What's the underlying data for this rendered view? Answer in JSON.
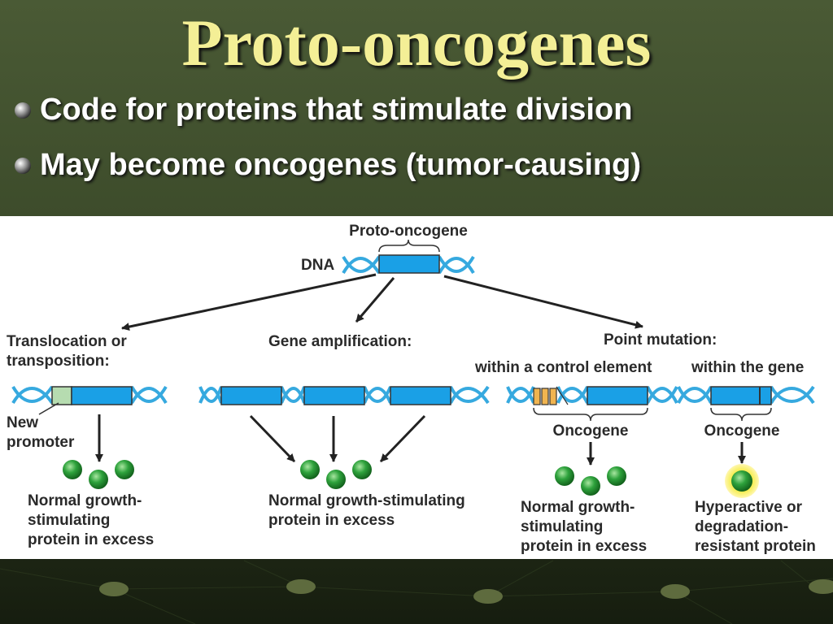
{
  "slide": {
    "title": "Proto-oncogenes",
    "bullets": [
      "Code for proteins that stimulate division",
      "May become oncogenes (tumor-causing)"
    ],
    "colors": {
      "background": "#3c4b2a",
      "title": "#f4ef96",
      "bullet_text": "#ffffff",
      "gene_box": "#1aa0e6",
      "dna_strand": "#36a9df",
      "protein": "#2a9a3a",
      "hyperactive_glow": "#e8e020",
      "new_promoter": "#b6dcb0",
      "control_element": "#f0b450"
    }
  },
  "diagram": {
    "proto_oncogene_label": "Proto-oncogene",
    "dna_label": "DNA",
    "branches": {
      "translocation": {
        "heading": [
          "Translocation or",
          "transposition:"
        ],
        "promoter_label": [
          "New",
          "promoter"
        ],
        "result": [
          "Normal growth-",
          "stimulating",
          "protein in excess"
        ]
      },
      "amplification": {
        "heading": "Gene amplification:",
        "result": [
          "Normal growth-stimulating",
          "protein in excess"
        ]
      },
      "point_mutation": {
        "heading": "Point mutation:",
        "control_label": "within a control element",
        "gene_label": "within the gene",
        "oncogene_label_left": "Oncogene",
        "oncogene_label_right": "Oncogene",
        "result_left": [
          "Normal growth-",
          "stimulating",
          "protein in excess"
        ],
        "result_right": [
          "Hyperactive or",
          "degradation-",
          "resistant protein"
        ]
      }
    }
  }
}
